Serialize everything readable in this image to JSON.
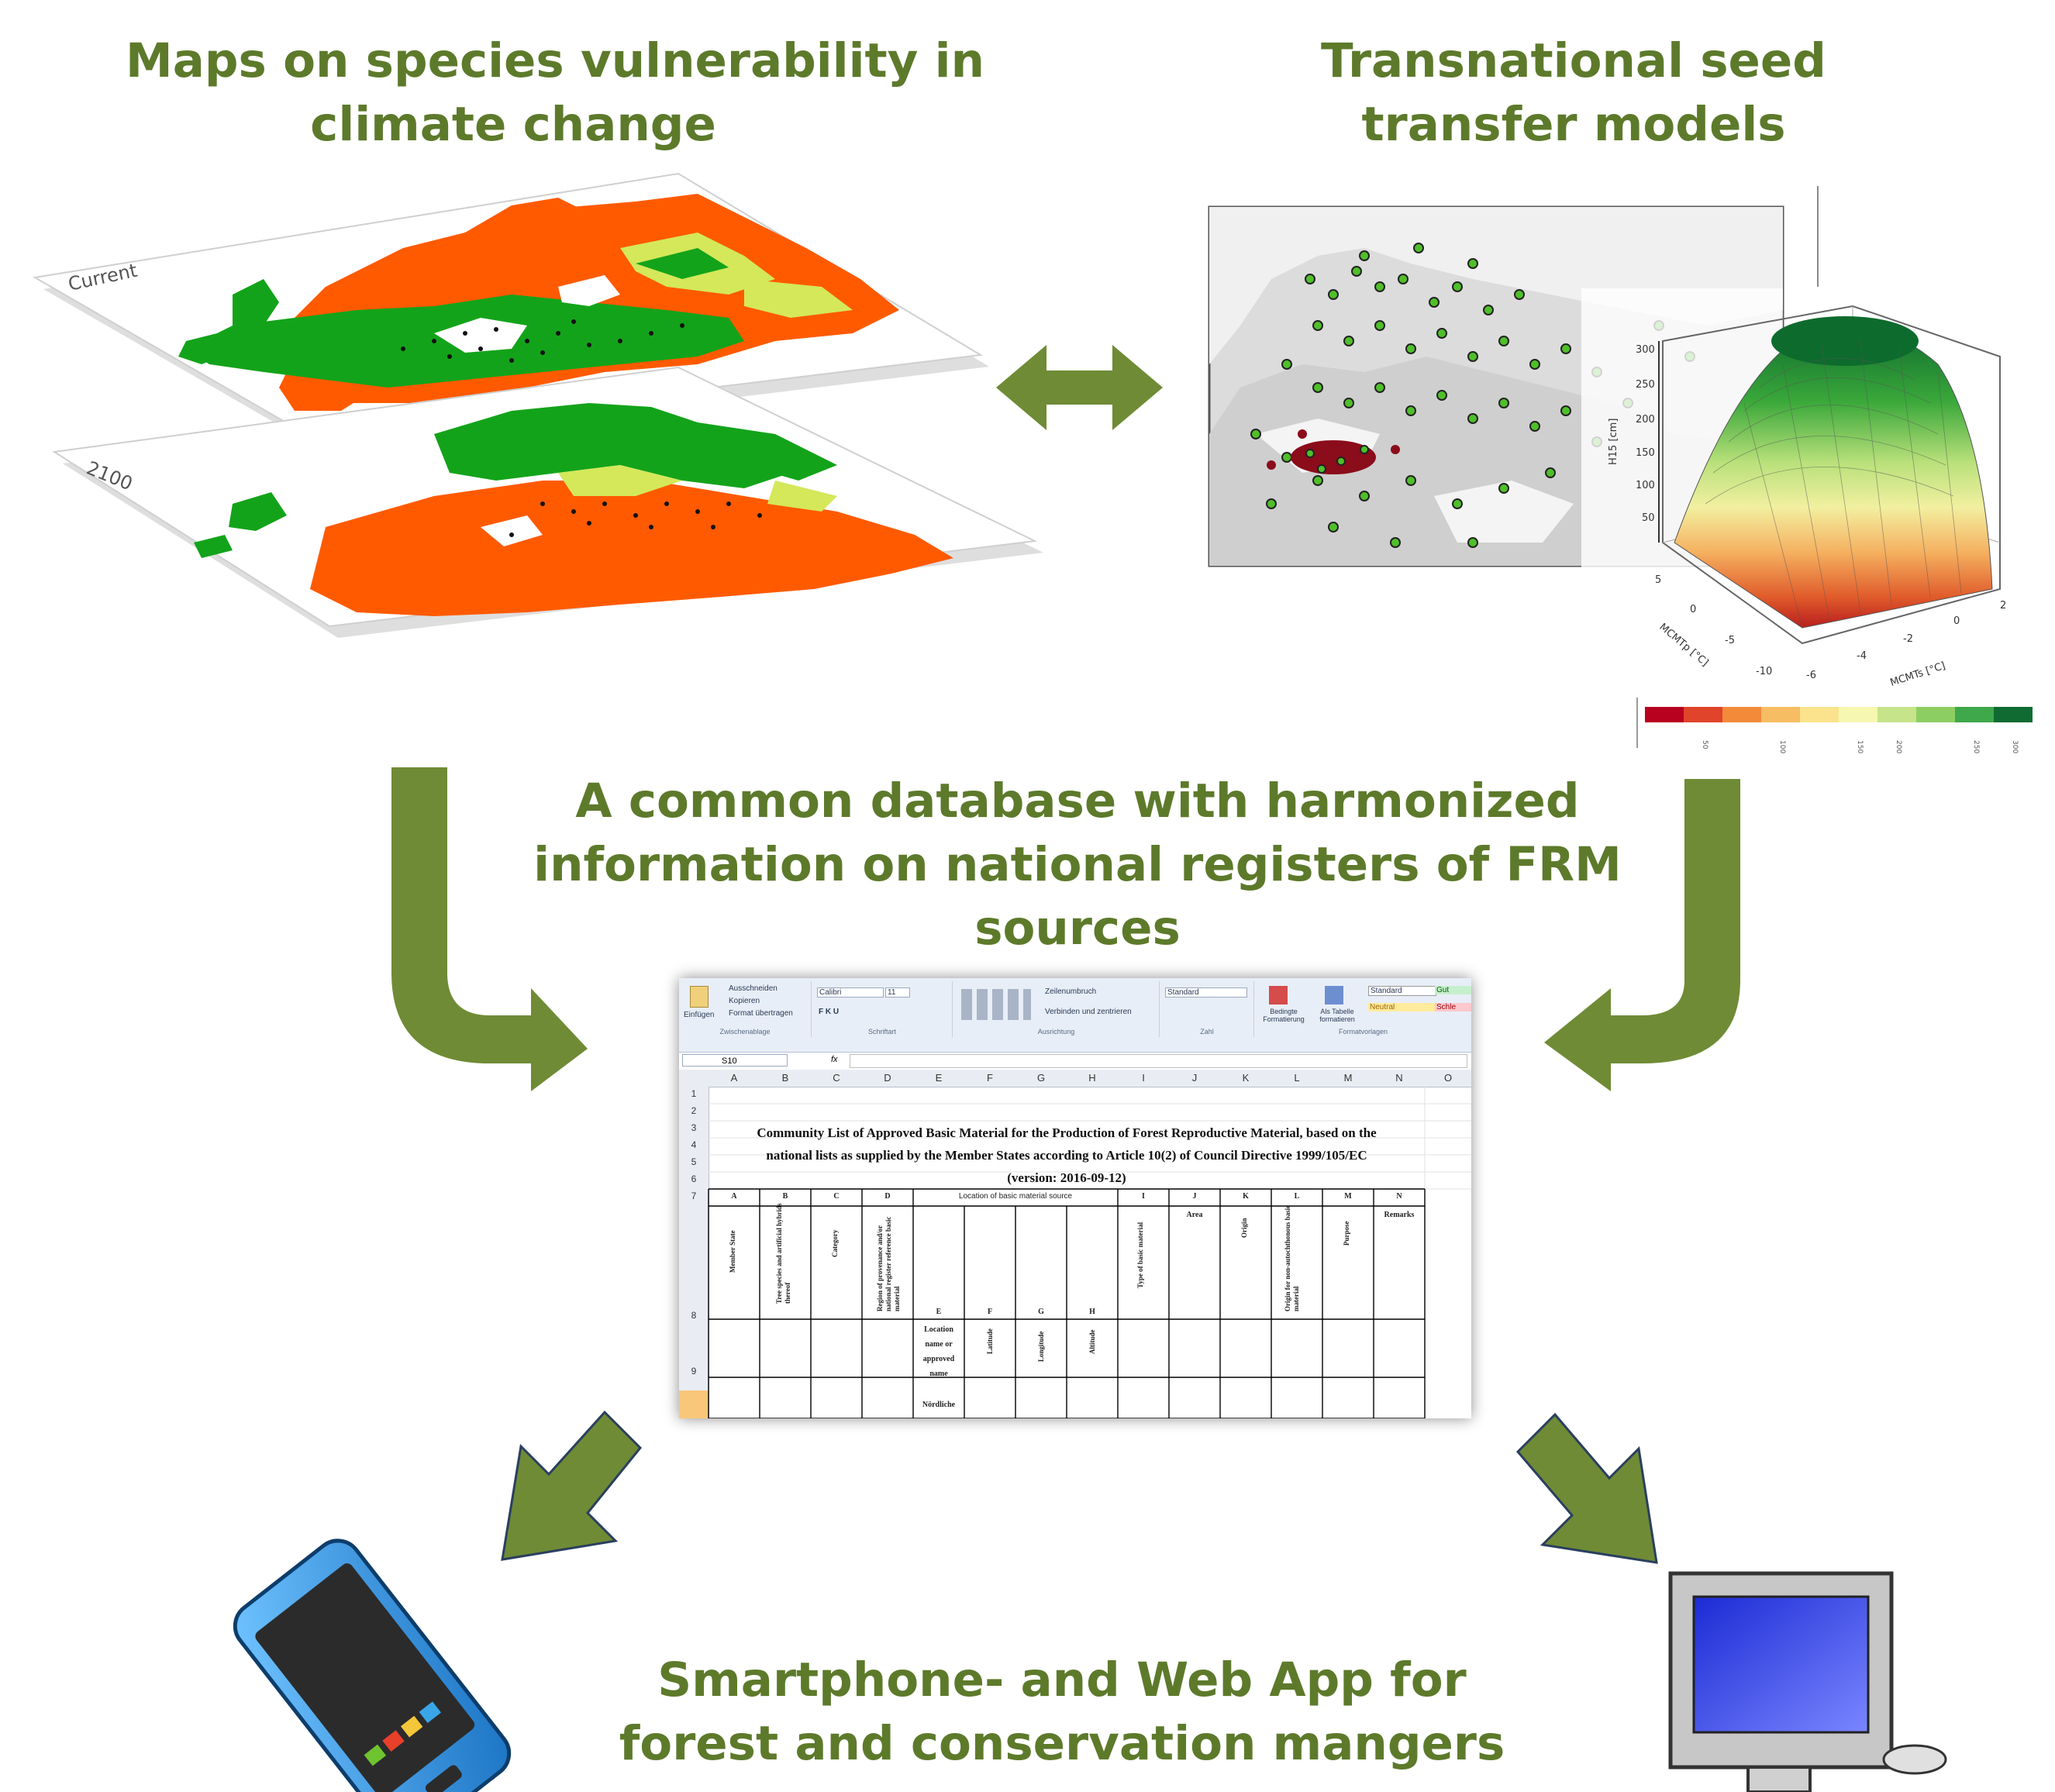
{
  "headings": {
    "maps": [
      "Maps on species vulnerability in",
      "climate change"
    ],
    "seed": [
      "Transnational seed",
      "transfer models"
    ],
    "database": [
      "A common database with harmonized",
      "information on national registers of FRM",
      "sources"
    ],
    "app": [
      "Smartphone- and Web App for",
      "forest and conservation mangers"
    ]
  },
  "map_labels": {
    "top": "Current",
    "bottom": "2100"
  },
  "plot3d": {
    "z_axis_label": "H15 [cm]",
    "z_ticks": [
      "300",
      "250",
      "200",
      "150",
      "100",
      "50"
    ],
    "x_axis_label": "MCMTp [°C]",
    "x_ticks": [
      "5",
      "0",
      "-5",
      "-10"
    ],
    "y_axis_label": "MCMTs [°C]",
    "y_ticks": [
      "-6",
      "-4",
      "-2",
      "0",
      "2"
    ],
    "legend_ticks": [
      "50",
      "100",
      "150",
      "200",
      "250",
      "300"
    ]
  },
  "spreadsheet": {
    "ribbon": {
      "clipboard": {
        "paste": "Einfügen",
        "cut": "Ausschneiden",
        "copy": "Kopieren",
        "format_painter": "Format übertragen",
        "group": "Zwischenablage"
      },
      "font": {
        "name": "Calibri",
        "size": "11",
        "group": "Schriftart"
      },
      "alignment": {
        "wrap": "Zeilenumbruch",
        "merge": "Verbinden und zentrieren",
        "group": "Ausrichtung"
      },
      "number": {
        "format": "Standard",
        "group": "Zahl"
      },
      "styles": {
        "conditional": "Bedingte Formatierung",
        "as_table": "Als Tabelle formatieren",
        "standard": "Standard",
        "gut": "Gut",
        "neutral": "Neutral",
        "schlecht": "Schle",
        "group": "Formatvorlagen"
      }
    },
    "name_box": "S10",
    "fx": "fx",
    "columns": [
      "A",
      "B",
      "C",
      "D",
      "E",
      "F",
      "G",
      "H",
      "I",
      "J",
      "K",
      "L",
      "M",
      "N",
      "O"
    ],
    "rows": [
      "1",
      "2",
      "3",
      "4",
      "5",
      "6",
      "7",
      "8",
      "9"
    ],
    "title": [
      "Community List of Approved Basic Material for the Production of Forest Reproductive Material, based on the",
      "national lists as supplied by the Member States according to Article 10(2) of Council Directive 1999/105/EC",
      "(version: 2016-09-12)"
    ],
    "row7": [
      "A",
      "B",
      "C",
      "D",
      "Location of basic material source",
      "I",
      "J",
      "K",
      "L",
      "M",
      "N"
    ],
    "row8_vertical": [
      "Member State",
      "Tree species and artificial hybrids thereof",
      "Category",
      "Region of provenance and/or national register reference basic material",
      "Type of basic material",
      "Origin",
      "Origin for non-autochthonous basic material",
      "Purpose"
    ],
    "row8_horizontal": {
      "area": "Area",
      "remarks": "Remarks"
    },
    "row8_sub": [
      "E",
      "F",
      "G",
      "H"
    ],
    "row9_location": "Location name or approved name",
    "row9_vertical": [
      "Latitude",
      "Longitude",
      "Altitude"
    ],
    "row10_text": "Nördliche"
  },
  "colors": {
    "heading": "#5d7a2b",
    "arrow": "#6f8b35",
    "map_orange": "#ff5a00",
    "map_green": "#13a31a",
    "map_yellow": "#d4e85a",
    "phone_body": "#2a92e0",
    "monitor_screen": "#1f2ed8"
  }
}
